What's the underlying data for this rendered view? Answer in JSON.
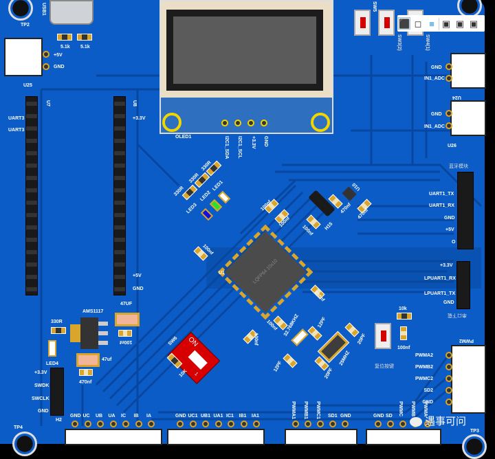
{
  "board": {
    "color": "#0b5cc6",
    "trace_color": "#0747a0"
  },
  "top_left": {
    "tp2": "TP2",
    "usb": "USB1",
    "r1": "5.1k",
    "r2": "5.1k",
    "u25": "U25",
    "u25_pins": [
      "+5V",
      "GND"
    ]
  },
  "u7": {
    "label": "U7",
    "pins": [
      "UART3",
      "UART3"
    ]
  },
  "u8": {
    "label": "U8",
    "pins": [
      "+3.3V",
      "+5V",
      "GND"
    ]
  },
  "oled": {
    "label": "OLED1",
    "pins": [
      "I2C1_SDA",
      "I2C1_SCL",
      "+3.3V",
      "GND"
    ]
  },
  "switches": {
    "sw5": "SW5",
    "sw3": "SW3(2)",
    "sw4": "SW4(1)"
  },
  "toolbar": {
    "icons": [
      "cube-shaded-icon",
      "cube-outline-icon",
      "cube-solid-icon",
      "cube-front-icon",
      "cube-side-icon",
      "cube-top-icon"
    ]
  },
  "adc": {
    "u24": "U24",
    "u26": "U26",
    "pins": [
      "GND",
      "IN1_ADC"
    ]
  },
  "leds": {
    "resistors": [
      "330R",
      "330R",
      "330R"
    ],
    "labels": [
      "LED3",
      "LED2",
      "LED1"
    ]
  },
  "mid": {
    "c1": "100nf",
    "c2": "100nf",
    "c3": "100nf",
    "h15": "H15",
    "u10": "U10",
    "c4": "470nf",
    "c5": "470nf",
    "c6": "100nf",
    "u1": "U1",
    "chip": "LQFP64 10x10"
  },
  "bluetooth": {
    "title": "蓝牙模块",
    "pins": [
      "UART1_TX",
      "UART1_RX",
      "GND",
      "+5V",
      "O"
    ]
  },
  "lpuart": {
    "title": "串口下载",
    "pins": [
      "+3.3V",
      "LPUART1_RX",
      "LPUART1_TX",
      "GND"
    ]
  },
  "crystal": {
    "c1": "100nf",
    "c2": "100nf",
    "x1": "32.768KHZ",
    "c3": "12PF",
    "c4": "12PF",
    "x2": "25MHZ",
    "c5": "20PF",
    "c6": "20PF"
  },
  "reset": {
    "r": "10k",
    "c": "100nf",
    "label": "复位按键"
  },
  "power": {
    "reg": "AMS1117",
    "c1": "47UF",
    "c2": "100nf",
    "c3": "47uf",
    "c4": "470nf",
    "r": "330R",
    "led": "LED4"
  },
  "sw6": {
    "label": "SW6",
    "on": "ON",
    "num": "1",
    "r": "10K"
  },
  "h2": {
    "label": "H2",
    "pins": [
      "+3.3V",
      "SWDK",
      "SWCLK",
      "GND"
    ]
  },
  "bottom": {
    "m1": [
      "GND",
      "UC",
      "UB",
      "UA",
      "IC",
      "IB",
      "IA"
    ],
    "m2": [
      "GND",
      "UC1",
      "UB1",
      "UA1",
      "IC1",
      "IB1",
      "IA1"
    ],
    "m3": [
      "PWMA1",
      "PWMB1",
      "PWMC1",
      "SD1",
      "GND"
    ],
    "m4": [
      "GND",
      "SD",
      "PWMC",
      "PWMB",
      "PWMA"
    ]
  },
  "pwm2": {
    "label": "PWM2",
    "pins": [
      "PWMA2",
      "PWMB2",
      "PWMC2",
      "SD2",
      "GND"
    ]
  },
  "tp3": "TP3",
  "tp4": "TP4",
  "watermark": "遇事可问"
}
